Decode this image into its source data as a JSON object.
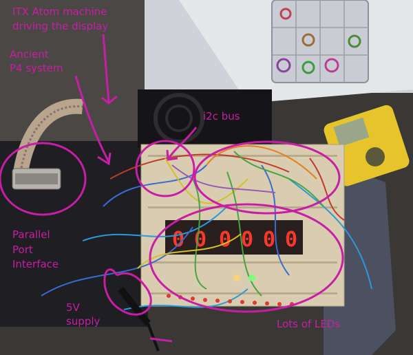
{
  "annotations": {
    "itx_line1": "ITX Atom machine",
    "itx_line2": "driving  the display",
    "p4_line1": "Ancient",
    "p4_line2": "P4 system",
    "i2c": "i2c bus",
    "parallel_line1": "Parallel",
    "parallel_line2": "Port",
    "parallel_line3": "Interface",
    "supply_line1": "5V",
    "supply_line2": "supply",
    "leds": "Lots of LEDs"
  },
  "display_digits": [
    "0",
    "0",
    "0",
    "0",
    "0",
    "0"
  ],
  "colors": {
    "annotation": "#c81ea6",
    "segment_lit": "#ff3a2a",
    "breadboard": "#d8cdb0",
    "multimeter": "#e6c52a"
  }
}
